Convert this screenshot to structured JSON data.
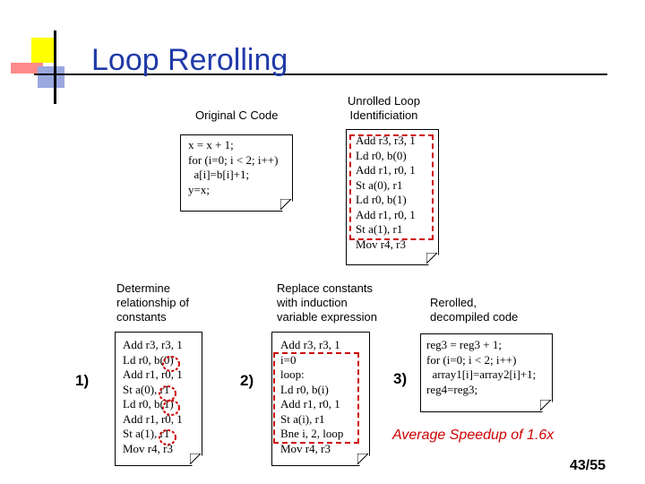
{
  "title": "Loop Rerolling",
  "original": {
    "label": "Original C Code",
    "code": "x = x + 1;\nfor (i=0; i < 2; i++)\n  a[i]=b[i]+1;\ny=x;"
  },
  "unrolled": {
    "label": "Unrolled Loop\nIdentificiation",
    "code": "Add r3, r3, 1\nLd r0, b(0)\nAdd r1, r0, 1\nSt a(0), r1\nLd r0, b(1)\nAdd r1, r0, 1\nSt a(1), r1\nMov r4, r3"
  },
  "step1": {
    "number": "1)",
    "label": "Determine\nrelationship of\nconstants",
    "code": "Add r3, r3, 1\nLd r0, b(0)\nAdd r1, r0, 1\nSt a(0), r1\nLd r0, b(1)\nAdd r1, r0, 1\nSt a(1), r1\nMov r4, r3"
  },
  "step2": {
    "number": "2)",
    "label": "Replace constants\nwith induction\nvariable expression",
    "code": "Add r3, r3, 1\ni=0\nloop:\nLd r0, b(i)\nAdd r1, r0, 1\nSt a(i), r1\nBne i, 2, loop\nMov r4, r3"
  },
  "step3": {
    "number": "3)",
    "label": "Rerolled,\ndecompiled code",
    "code": "reg3 = reg3 + 1;\nfor (i=0; i < 2; i++)\n  array1[i]=array2[i]+1;\nreg4=reg3;"
  },
  "speedup": "Average Speedup of 1.6x",
  "page": "43/55",
  "colors": {
    "title": "#1f3aa8",
    "highlight": "#cc0000",
    "speedup": "#cc0000"
  }
}
